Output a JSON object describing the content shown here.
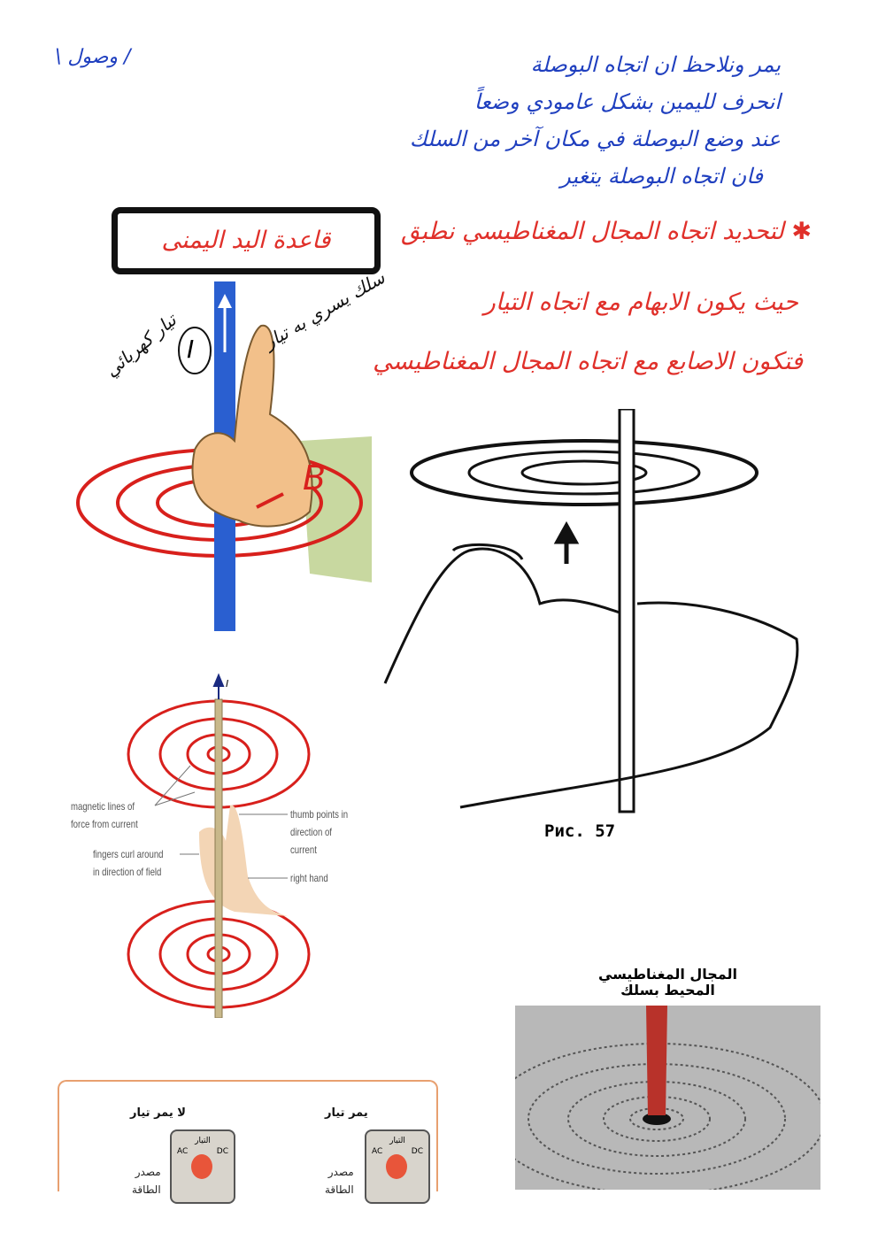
{
  "page_marker": "/ وصول \\",
  "notes_blue": [
    "يمر ونلاحظ ان اتجاه البوصلة",
    "انحرف لليمين بشكل عامودي وضعاً",
    "عند وضع البوصلة في مكان آخر من السلك",
    "فان اتجاه البوصلة يتغير"
  ],
  "rule": {
    "intro": "لتحديد اتجاه المجال المغناطيسي نطبق",
    "boxed": "قاعدة اليد اليمنى",
    "line2": "حيث يكون الابهام مع اتجاه التيار",
    "line3": "فتكون الاصابع مع اتجاه المجال المغناطيسي",
    "star": "✱"
  },
  "figure1": {
    "current_symbol": "I",
    "field_symbol": "B",
    "annotation_wire": "سلك يسري به تيار",
    "annotation_current": "تيار كهربائي"
  },
  "figure2": {
    "caption": "Рис. 57"
  },
  "figure3": {
    "current_symbol": "I",
    "labels": {
      "magnetic_lines": [
        "magnetic lines of",
        "force from current"
      ],
      "fingers": [
        "fingers curl around",
        "in direction of field"
      ],
      "thumb": [
        "thumb points in",
        "direction of current"
      ],
      "hand": "right hand"
    }
  },
  "figure4": {
    "title": [
      "المجال المغناطيسي",
      "المحيط بسلك"
    ]
  },
  "panel": {
    "left_title": "لا يمر تيار",
    "right_title": "يمر تيار",
    "source_label": [
      "مصدر",
      "الطاقة"
    ],
    "device_title": "التيار",
    "ac": "AC",
    "dc": "DC"
  },
  "colors": {
    "ink_blue": "#1f3fbf",
    "ink_red": "#e0302a",
    "field_red": "#d8201c",
    "wire_blue": "#2a5fd0"
  }
}
